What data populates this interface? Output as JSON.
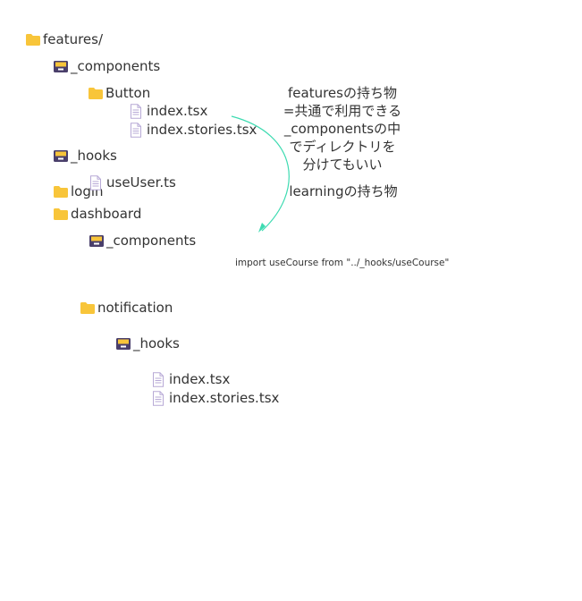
{
  "colors": {
    "folder": "#F8C53A",
    "package_box": "#4A3F6B",
    "package_lid": "#F8C53A",
    "file_outline": "#B7A9D6",
    "arrow": "#3DDBB1"
  },
  "tree": {
    "features": "features/",
    "components": "_components",
    "button": "Button",
    "button_index": "index.tsx",
    "button_stories": "index.stories.tsx",
    "hooks": "_hooks",
    "use_user": "useUser.ts",
    "login": "login",
    "dashboard": "dashboard",
    "dashboard_components": "_components",
    "notification": "notification",
    "notification_hooks": "_hooks",
    "notification_index": "index.tsx",
    "notification_stories": "index.stories.tsx"
  },
  "notes": {
    "features_note": "featuresの持ち物\n=共通で利用できる\n_componentsの中\nでディレクトリを\n分けてもいい",
    "learning_note": "learningの持ち物",
    "import_statement": "import useCourse from \"../_hooks/useCourse\""
  },
  "icons": {
    "folder": "folder-icon",
    "package": "package-folder-icon",
    "file": "file-icon"
  }
}
